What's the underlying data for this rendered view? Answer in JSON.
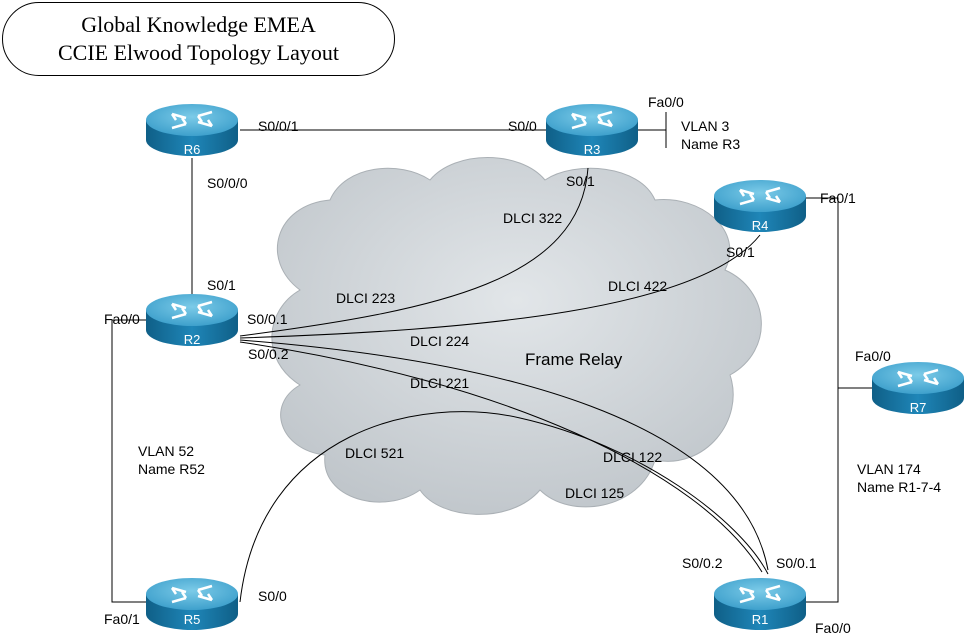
{
  "title": {
    "line1": "Global Knowledge EMEA",
    "line2": "CCIE Elwood Topology Layout"
  },
  "cloud_label": "Frame Relay",
  "routers": {
    "r1": "R1",
    "r2": "R2",
    "r3": "R3",
    "r4": "R4",
    "r5": "R5",
    "r6": "R6",
    "r7": "R7"
  },
  "interfaces": {
    "r6_s001": "S0/0/1",
    "r6_s000": "S0/0/0",
    "r3_s00": "S0/0",
    "r3_fa00": "Fa0/0",
    "r3_s01": "S0/1",
    "r4_fa01": "Fa0/1",
    "r4_s01": "S0/1",
    "r2_s01": "S0/1",
    "r2_fa00": "Fa0/0",
    "r2_s001": "S0/0.1",
    "r2_s002": "S0/0.2",
    "r7_fa00": "Fa0/0",
    "r5_fa01": "Fa0/1",
    "r5_s00": "S0/0",
    "r1_s002": "S0/0.2",
    "r1_s001": "S0/0.1",
    "r1_fa00": "Fa0/0"
  },
  "vlans": {
    "v3_line1": "VLAN 3",
    "v3_line2": "Name R3",
    "v52_line1": "VLAN 52",
    "v52_line2": "Name R52",
    "v174_line1": "VLAN 174",
    "v174_line2": "Name R1-7-4"
  },
  "dlcis": {
    "d322": "DLCI 322",
    "d223": "DLCI 223",
    "d422": "DLCI 422",
    "d224": "DLCI 224",
    "d221": "DLCI 221",
    "d521": "DLCI 521",
    "d122": "DLCI 122",
    "d125": "DLCI 125"
  },
  "colors": {
    "router_top": "#4fb3d9",
    "router_body": "#1a7aa8",
    "cloud": "#cfd4d8",
    "line": "#000000"
  }
}
